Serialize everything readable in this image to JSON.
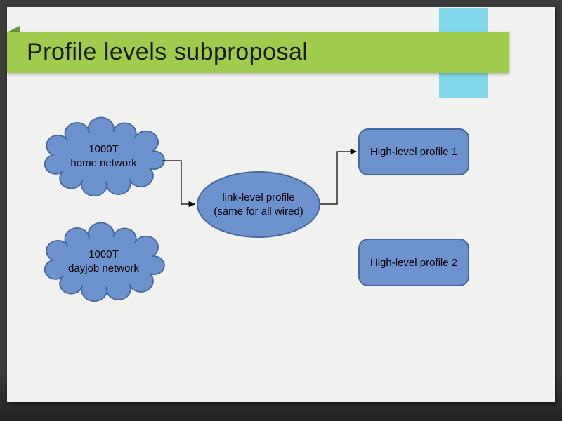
{
  "title": "Profile levels subproposal",
  "shapes": {
    "cloud_home": {
      "line1": "1000T",
      "line2": "home network"
    },
    "cloud_dayjob": {
      "line1": "1000T",
      "line2": "dayjob network"
    },
    "link_profile": {
      "line1": "link-level profile",
      "line2": "(same for all wired)"
    },
    "high_profile_1": {
      "label": "High-level profile 1"
    },
    "high_profile_2": {
      "label": "High-level profile 2"
    }
  },
  "colors": {
    "frame_bg": "#3c3c3c",
    "slide_bg": "#f1f1f0",
    "banner_green": "#a0cc4e",
    "banner_fold_green": "#6d9431",
    "accent_cyan": "#7fd7e9",
    "shape_fill": "#6d93ce",
    "shape_border": "#44689f",
    "connector": "#000000",
    "title_color": "#1a1a1a"
  }
}
